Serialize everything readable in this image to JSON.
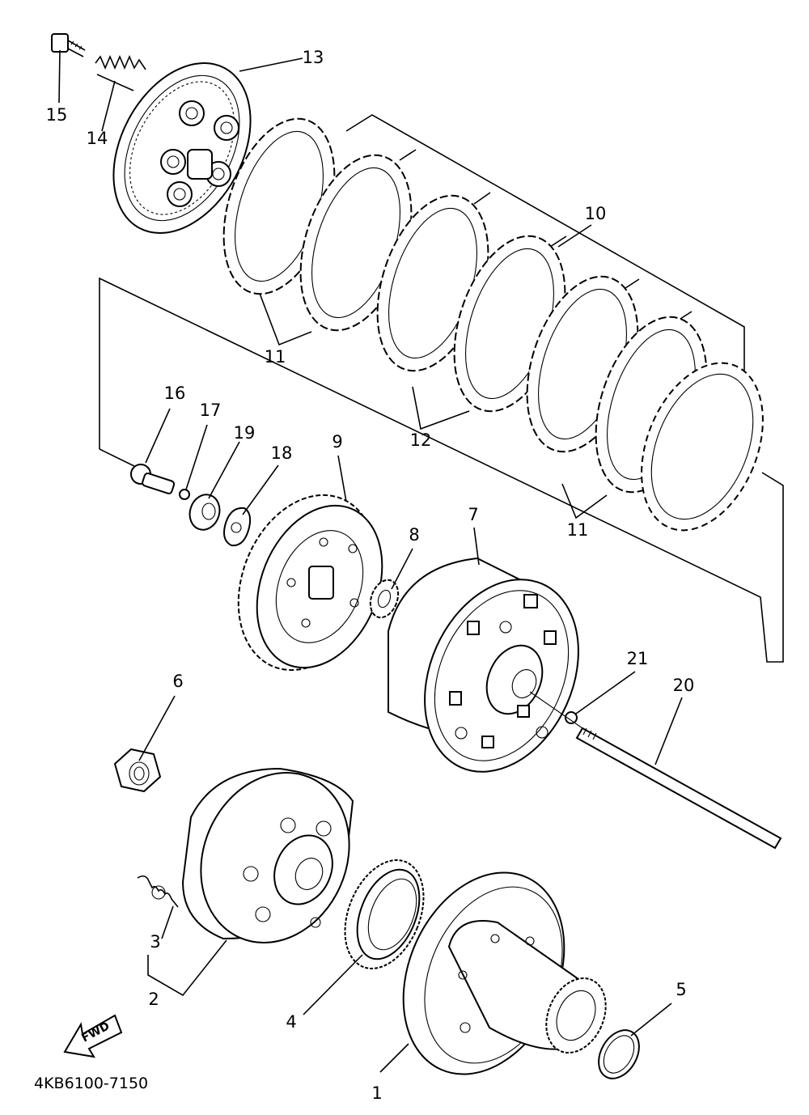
{
  "diagram": {
    "drawing_code": "4KB6100-7150",
    "fwd_label": "FWD",
    "callouts": [
      "1",
      "2",
      "3",
      "4",
      "5",
      "6",
      "7",
      "8",
      "9",
      "10",
      "11",
      "11",
      "12",
      "13",
      "14",
      "15",
      "16",
      "17",
      "18",
      "19",
      "20",
      "21"
    ]
  }
}
